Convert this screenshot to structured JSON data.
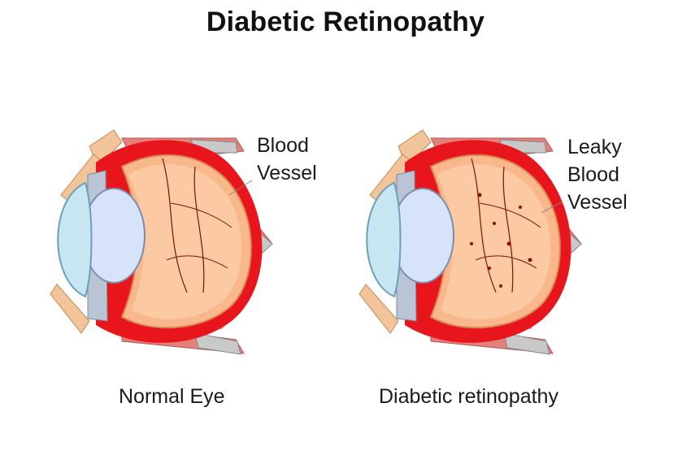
{
  "title": "Diabetic Retinopathy",
  "left_eye": {
    "label_lines": [
      "Blood",
      "Vessel"
    ],
    "caption": "Normal Eye"
  },
  "right_eye": {
    "label_lines": [
      "Leaky",
      "Blood",
      "Vessel"
    ],
    "caption": "Diabetic retinopathy"
  },
  "colors": {
    "sclera_red": "#e8161c",
    "retina_orange": "#f8b88c",
    "retina_inner": "#fbc9a2",
    "lens_blue": "#d6e3fb",
    "cornea_blue": "#c7e6f2",
    "muscle_pink": "#e4807c",
    "vessel_dark": "#7a1010",
    "leak_dot": "#8b0f0f"
  }
}
